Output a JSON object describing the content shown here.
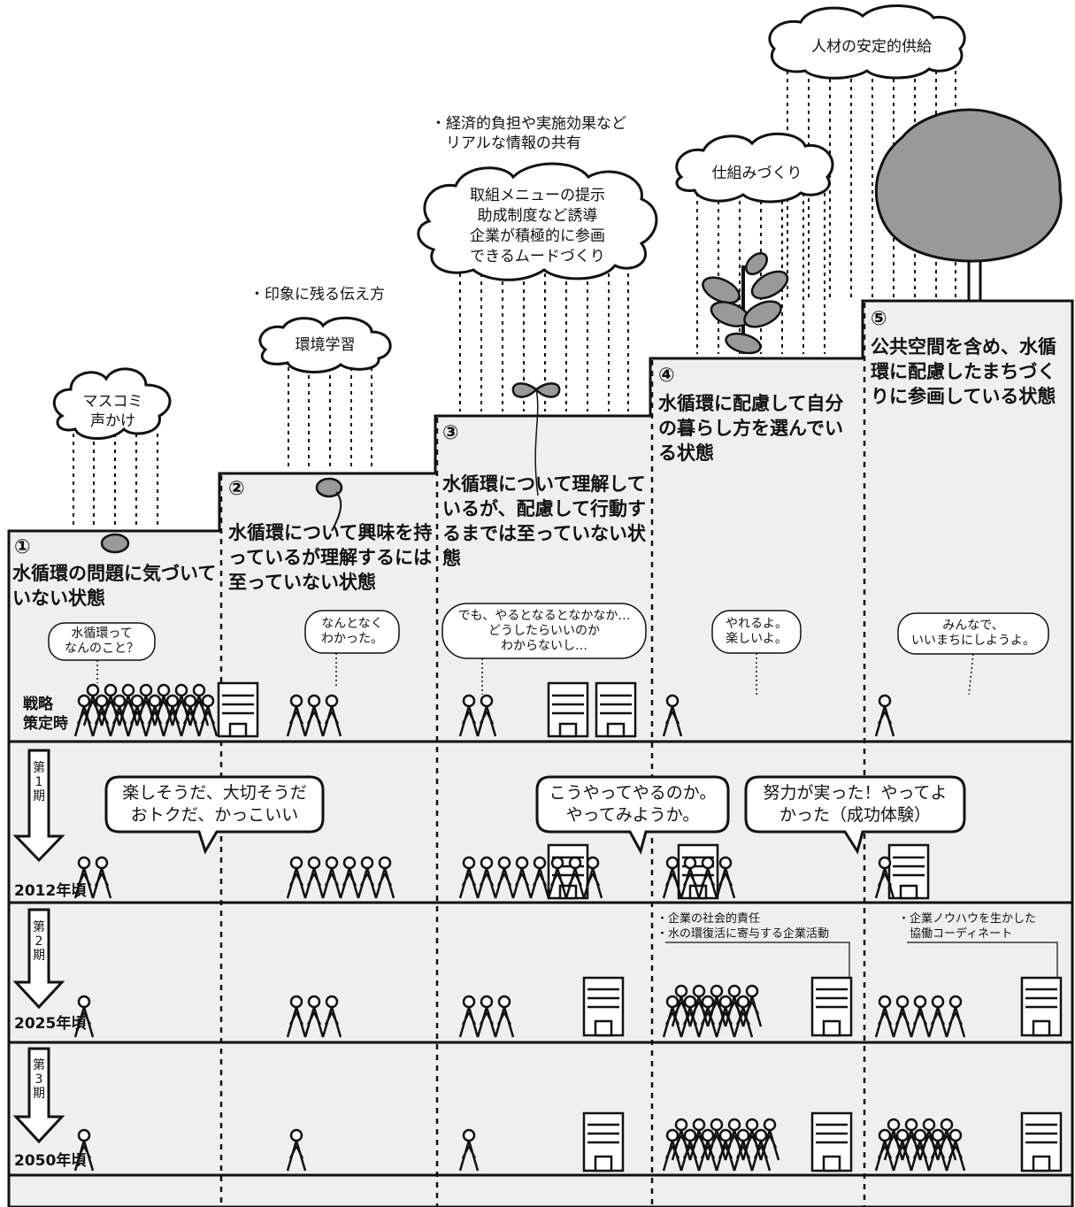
{
  "stages": [
    {
      "number": "①",
      "title": "水循環の問題に気づいていない状態"
    },
    {
      "number": "②",
      "title": "水循環について興味を持っているが理解するには至っていない状態"
    },
    {
      "number": "③",
      "title": "水循環について理解しているが、配慮して行動するまでは至っていない状態"
    },
    {
      "number": "④",
      "title": "水循環に配慮して自分の暮らし方を選んでいる状態"
    },
    {
      "number": "⑤",
      "title": "公共空間を含め、水循環に配慮したまちづくりに参画している状態"
    }
  ],
  "clouds": {
    "c1": "マスコミ\n声かけ",
    "c2": "環境学習",
    "c3": "取組メニューの提示\n助成制度など誘導\n企業が積極的に参画\nできるムードづくり",
    "c4": "仕組みづくり",
    "c5": "人材の安定的供給"
  },
  "notes": {
    "n2": "・印象に残る伝え方",
    "n3": "・経済的負担や実施効果など\n　リアルな情報の共有"
  },
  "bubbles": {
    "b1": "水循環って\nなんのこと？",
    "b2": "なんとなく\nわかった。",
    "b3": "でも、やるとなるとなかなか…\nどうしたらいいのか\nわからないし…",
    "b4": "やれるよ。\n楽しいよ。",
    "b5": "みんなで、\nいいまちにしようよ。"
  },
  "transition_bubbles": {
    "t1": "楽しそうだ、大切そうだ\nおトクだ、かっこいい",
    "t2": "こうやってやるのか。\nやってみようか。",
    "t3": "努力が実った！やってよ\nかった（成功体験）"
  },
  "rows": {
    "r0": "戦略\n策定時",
    "r1": "2012年頃",
    "r2": "2025年頃",
    "r3": "2050年頃"
  },
  "periods": {
    "p1": "第\n1\n期",
    "p2": "第\n2\n期",
    "p3": "第\n3\n期"
  },
  "corporate_notes": {
    "k4": "・企業の社会的責任\n・水の環復活に寄与する企業活動",
    "k5": "・企業ノウハウを生かした\n　協働コーディネート"
  },
  "colors": {
    "fill": "#efefef",
    "line": "#111111",
    "leaf": "#999999"
  },
  "people_counts": {
    "row0": [
      15,
      3,
      2,
      1,
      1
    ],
    "row1": [
      2,
      6,
      8,
      4,
      1
    ],
    "row2": [
      1,
      3,
      3,
      10,
      5
    ],
    "row3": [
      1,
      1,
      1,
      12,
      9
    ]
  }
}
